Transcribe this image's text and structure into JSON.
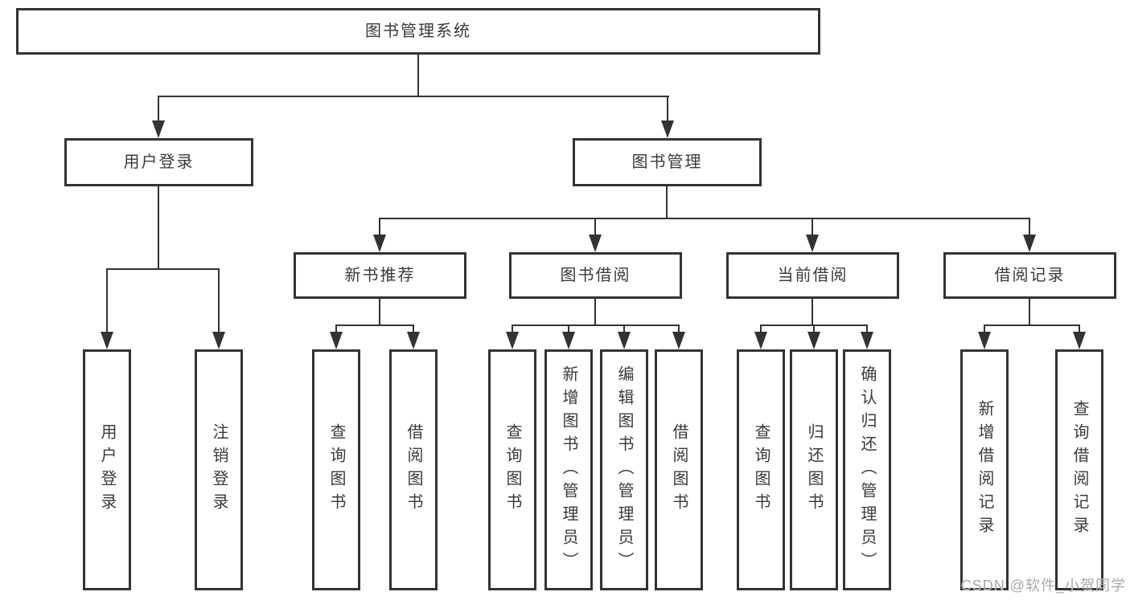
{
  "colors": {
    "line": "#333333",
    "text": "#3a3a3a",
    "background": "#ffffff",
    "watermark": "#a8a8a8"
  },
  "tree": {
    "label": "图书管理系统",
    "children": [
      {
        "label": "用户登录",
        "children": [
          {
            "label": "用户登录"
          },
          {
            "label": "注销登录"
          }
        ]
      },
      {
        "label": "图书管理",
        "children": [
          {
            "label": "新书推荐",
            "children": [
              {
                "label": "查询图书"
              },
              {
                "label": "借阅图书"
              }
            ]
          },
          {
            "label": "图书借阅",
            "children": [
              {
                "label": "查询图书"
              },
              {
                "label": "新增图书（管理员）"
              },
              {
                "label": "编辑图书（管理员）"
              },
              {
                "label": "借阅图书"
              }
            ]
          },
          {
            "label": "当前借阅",
            "children": [
              {
                "label": "查询图书"
              },
              {
                "label": "归还图书"
              },
              {
                "label": "确认归还（管理员）"
              }
            ]
          },
          {
            "label": "借阅记录",
            "children": [
              {
                "label": "新增借阅记录"
              },
              {
                "label": "查询借阅记录"
              }
            ]
          }
        ]
      }
    ]
  },
  "watermark": {
    "text": "CSDN @软件_小贺同学"
  }
}
